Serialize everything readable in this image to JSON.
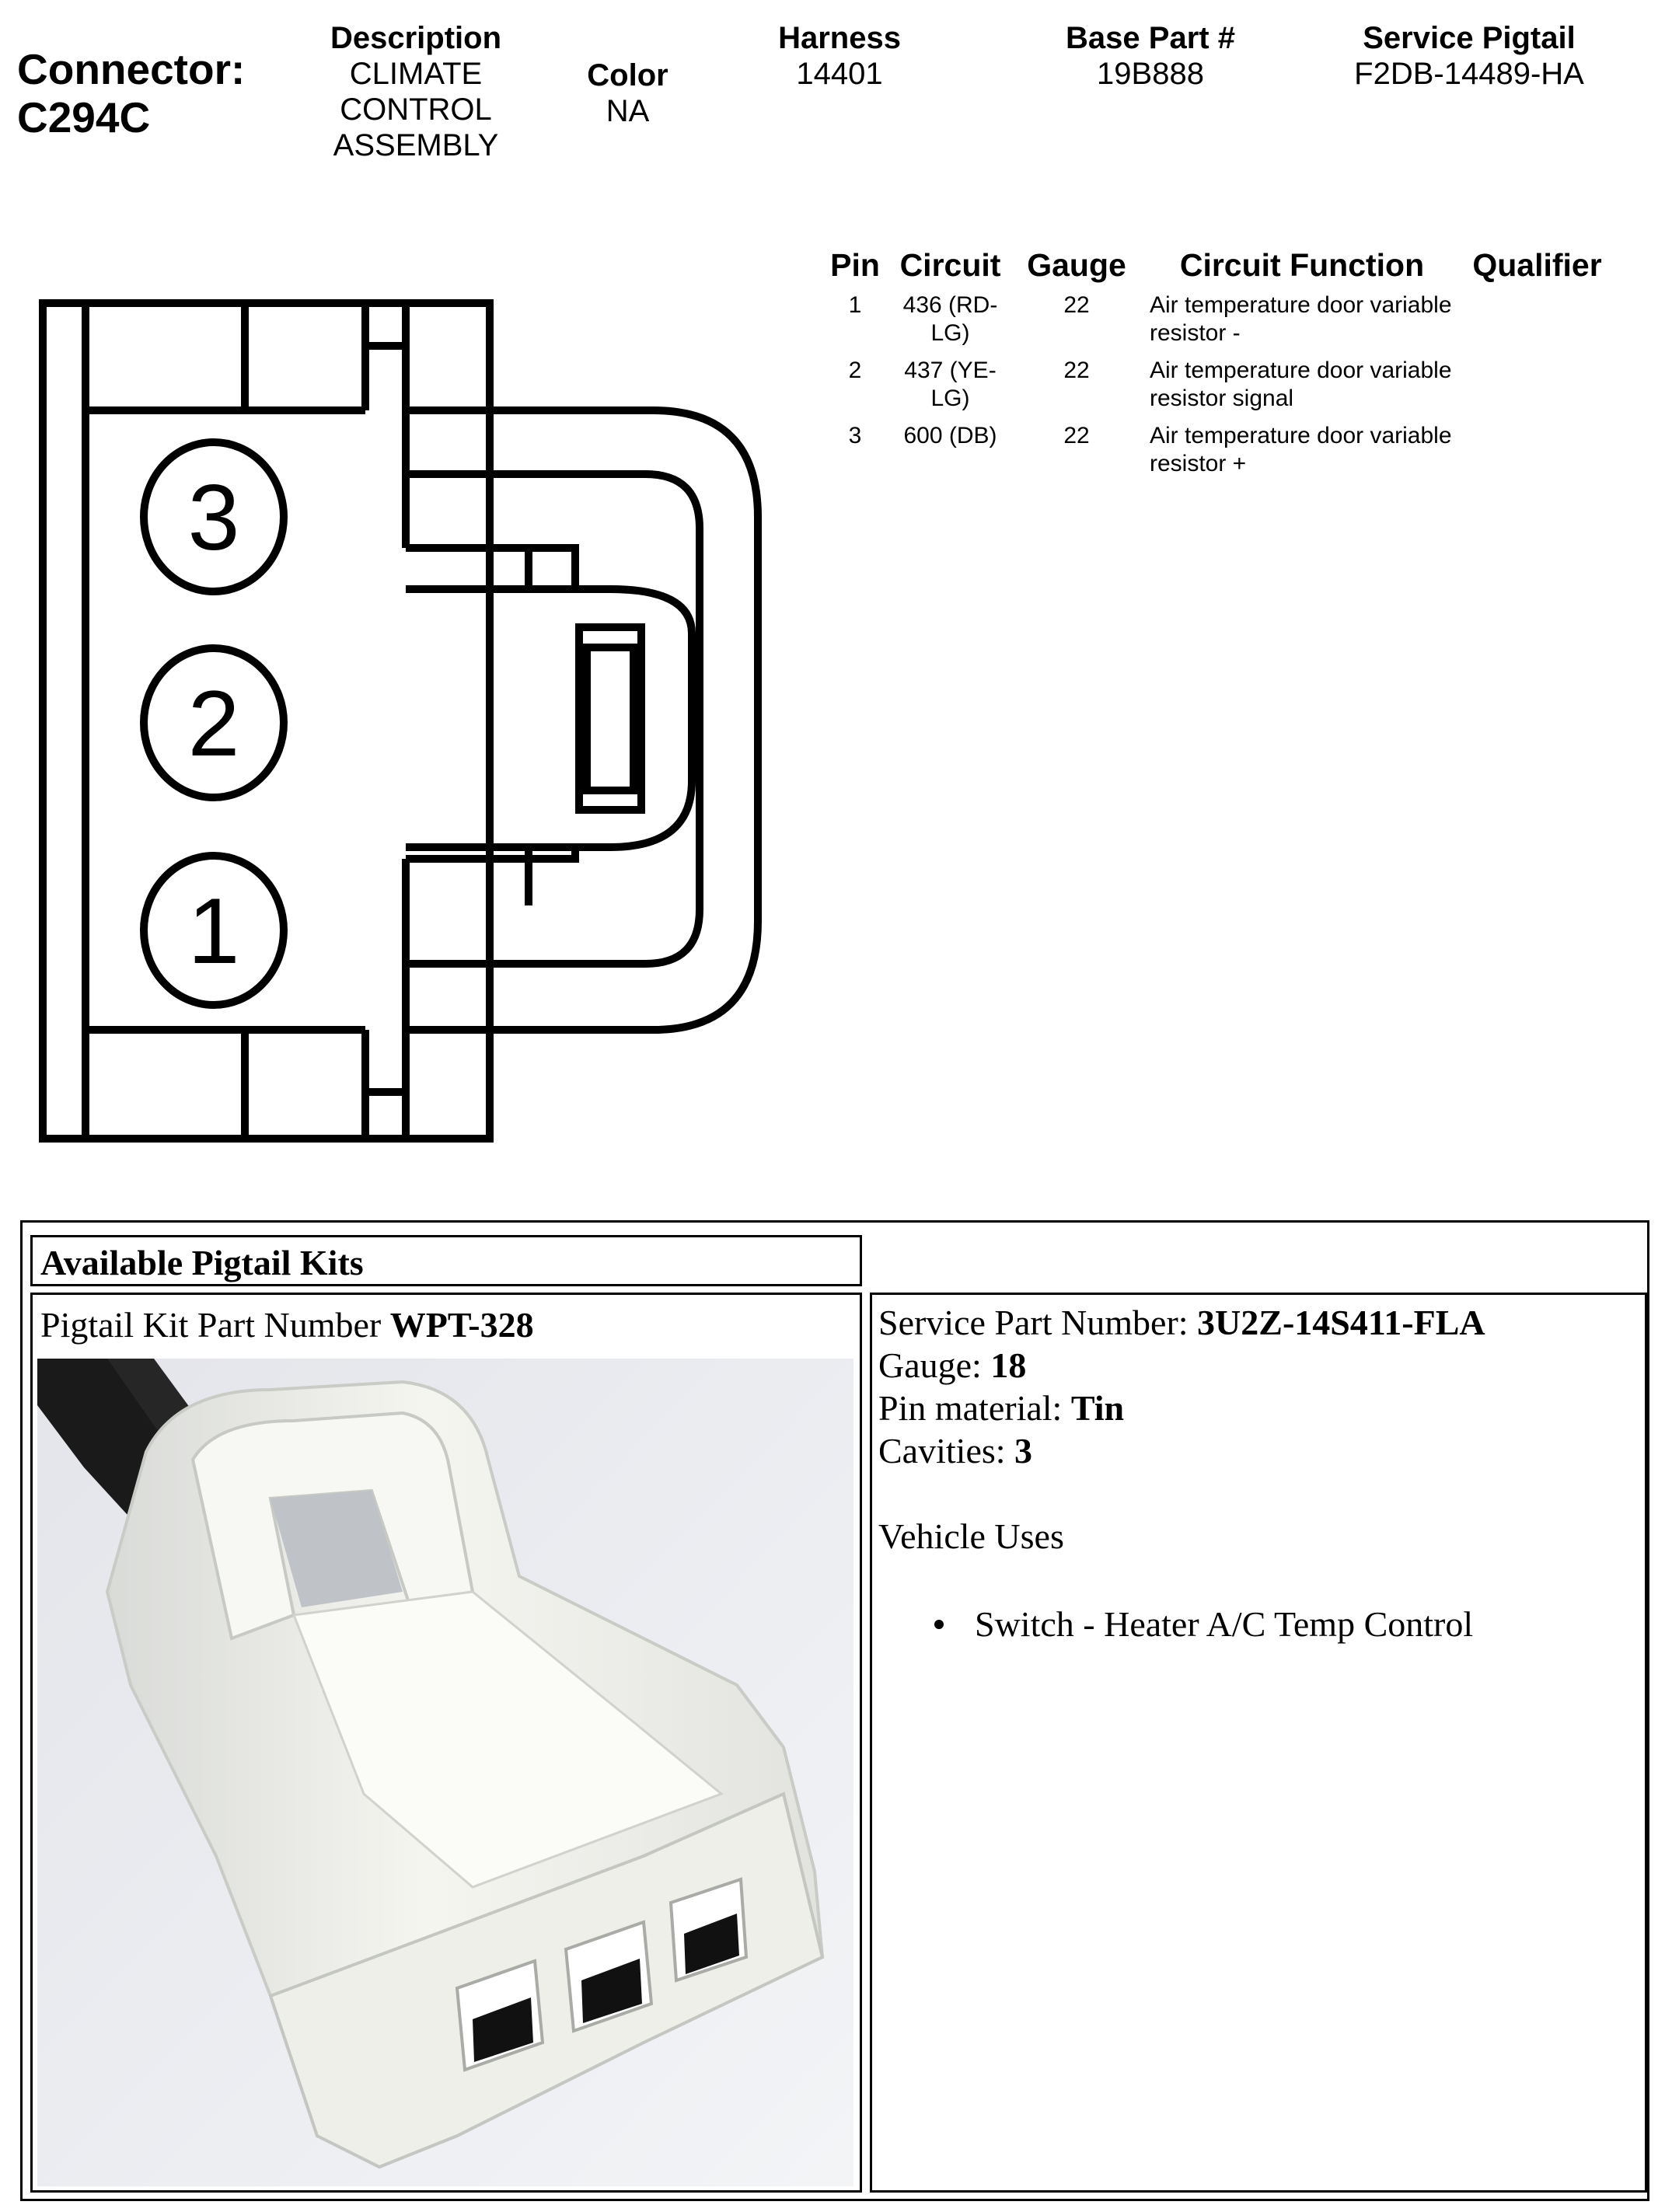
{
  "header": {
    "connector_label": "Connector:",
    "connector_id": "C294C",
    "description_label": "Description",
    "description_value": "CLIMATE\nCONTROL\nASSEMBLY",
    "color_label": "Color",
    "color_value": "NA",
    "harness_label": "Harness",
    "harness_value": "14401",
    "base_part_label": "Base Part #",
    "base_part_value": "19B888",
    "service_pigtail_label": "Service Pigtail",
    "service_pigtail_value": "F2DB-14489-HA"
  },
  "pin_table": {
    "headers": [
      "Pin",
      "Circuit",
      "Gauge",
      "Circuit Function",
      "Qualifier"
    ],
    "rows": [
      {
        "pin": "1",
        "circuit_a": "436 (RD-",
        "circuit_b": "LG)",
        "gauge": "22",
        "function_a": "Air temperature door variable",
        "function_b": "resistor -",
        "qualifier": ""
      },
      {
        "pin": "2",
        "circuit_a": "437 (YE-",
        "circuit_b": "LG)",
        "gauge": "22",
        "function_a": "Air temperature door variable",
        "function_b": "resistor signal",
        "qualifier": ""
      },
      {
        "pin": "3",
        "circuit_a": "600 (DB)",
        "circuit_b": "",
        "gauge": "22",
        "function_a": "Air temperature door variable",
        "function_b": "resistor +",
        "qualifier": ""
      }
    ]
  },
  "diagram": {
    "pin_labels": [
      "3",
      "2",
      "1"
    ]
  },
  "kit": {
    "header": "Available Pigtail Kits",
    "part_number_label": "Pigtail Kit Part Number ",
    "part_number_value": "WPT-328",
    "service_part_label": "Service Part Number: ",
    "service_part_value": "3U2Z-14S411-FLA",
    "gauge_label": "Gauge: ",
    "gauge_value": "18",
    "pin_material_label": "Pin material: ",
    "pin_material_value": "Tin",
    "cavities_label": "Cavities: ",
    "cavities_value": "3",
    "vehicle_uses_label": "Vehicle Uses",
    "vehicle_uses": [
      "Switch - Heater A/C Temp Control"
    ]
  }
}
